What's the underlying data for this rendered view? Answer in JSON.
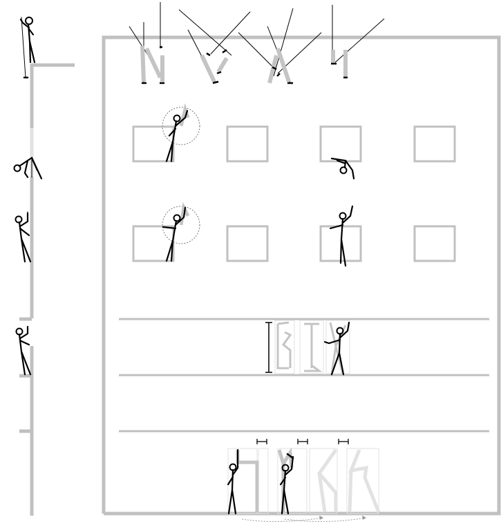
{
  "diagram": {
    "colors": {
      "wall": "#c0c0c0",
      "figure": "#000000",
      "ghost": "#c4c4c4",
      "light_ghost": "#e2e2e2",
      "guide": "#999999",
      "background": "#ffffff"
    },
    "figures": {
      "side_view": [
        "rappel-top-figure",
        "hanging-figure",
        "climbing-figure-upper",
        "climbing-figure-lower"
      ],
      "facade": [
        "window-figure-row1",
        "inverted-figure-window",
        "window-figure-row2",
        "standing-figure-window",
        "floor-band-figure",
        "ground-figure-left",
        "ground-figure-center"
      ]
    },
    "ropes": {
      "count": 10
    },
    "windows": {
      "rows": 2,
      "columns": 4
    },
    "floor_bands": 3
  }
}
